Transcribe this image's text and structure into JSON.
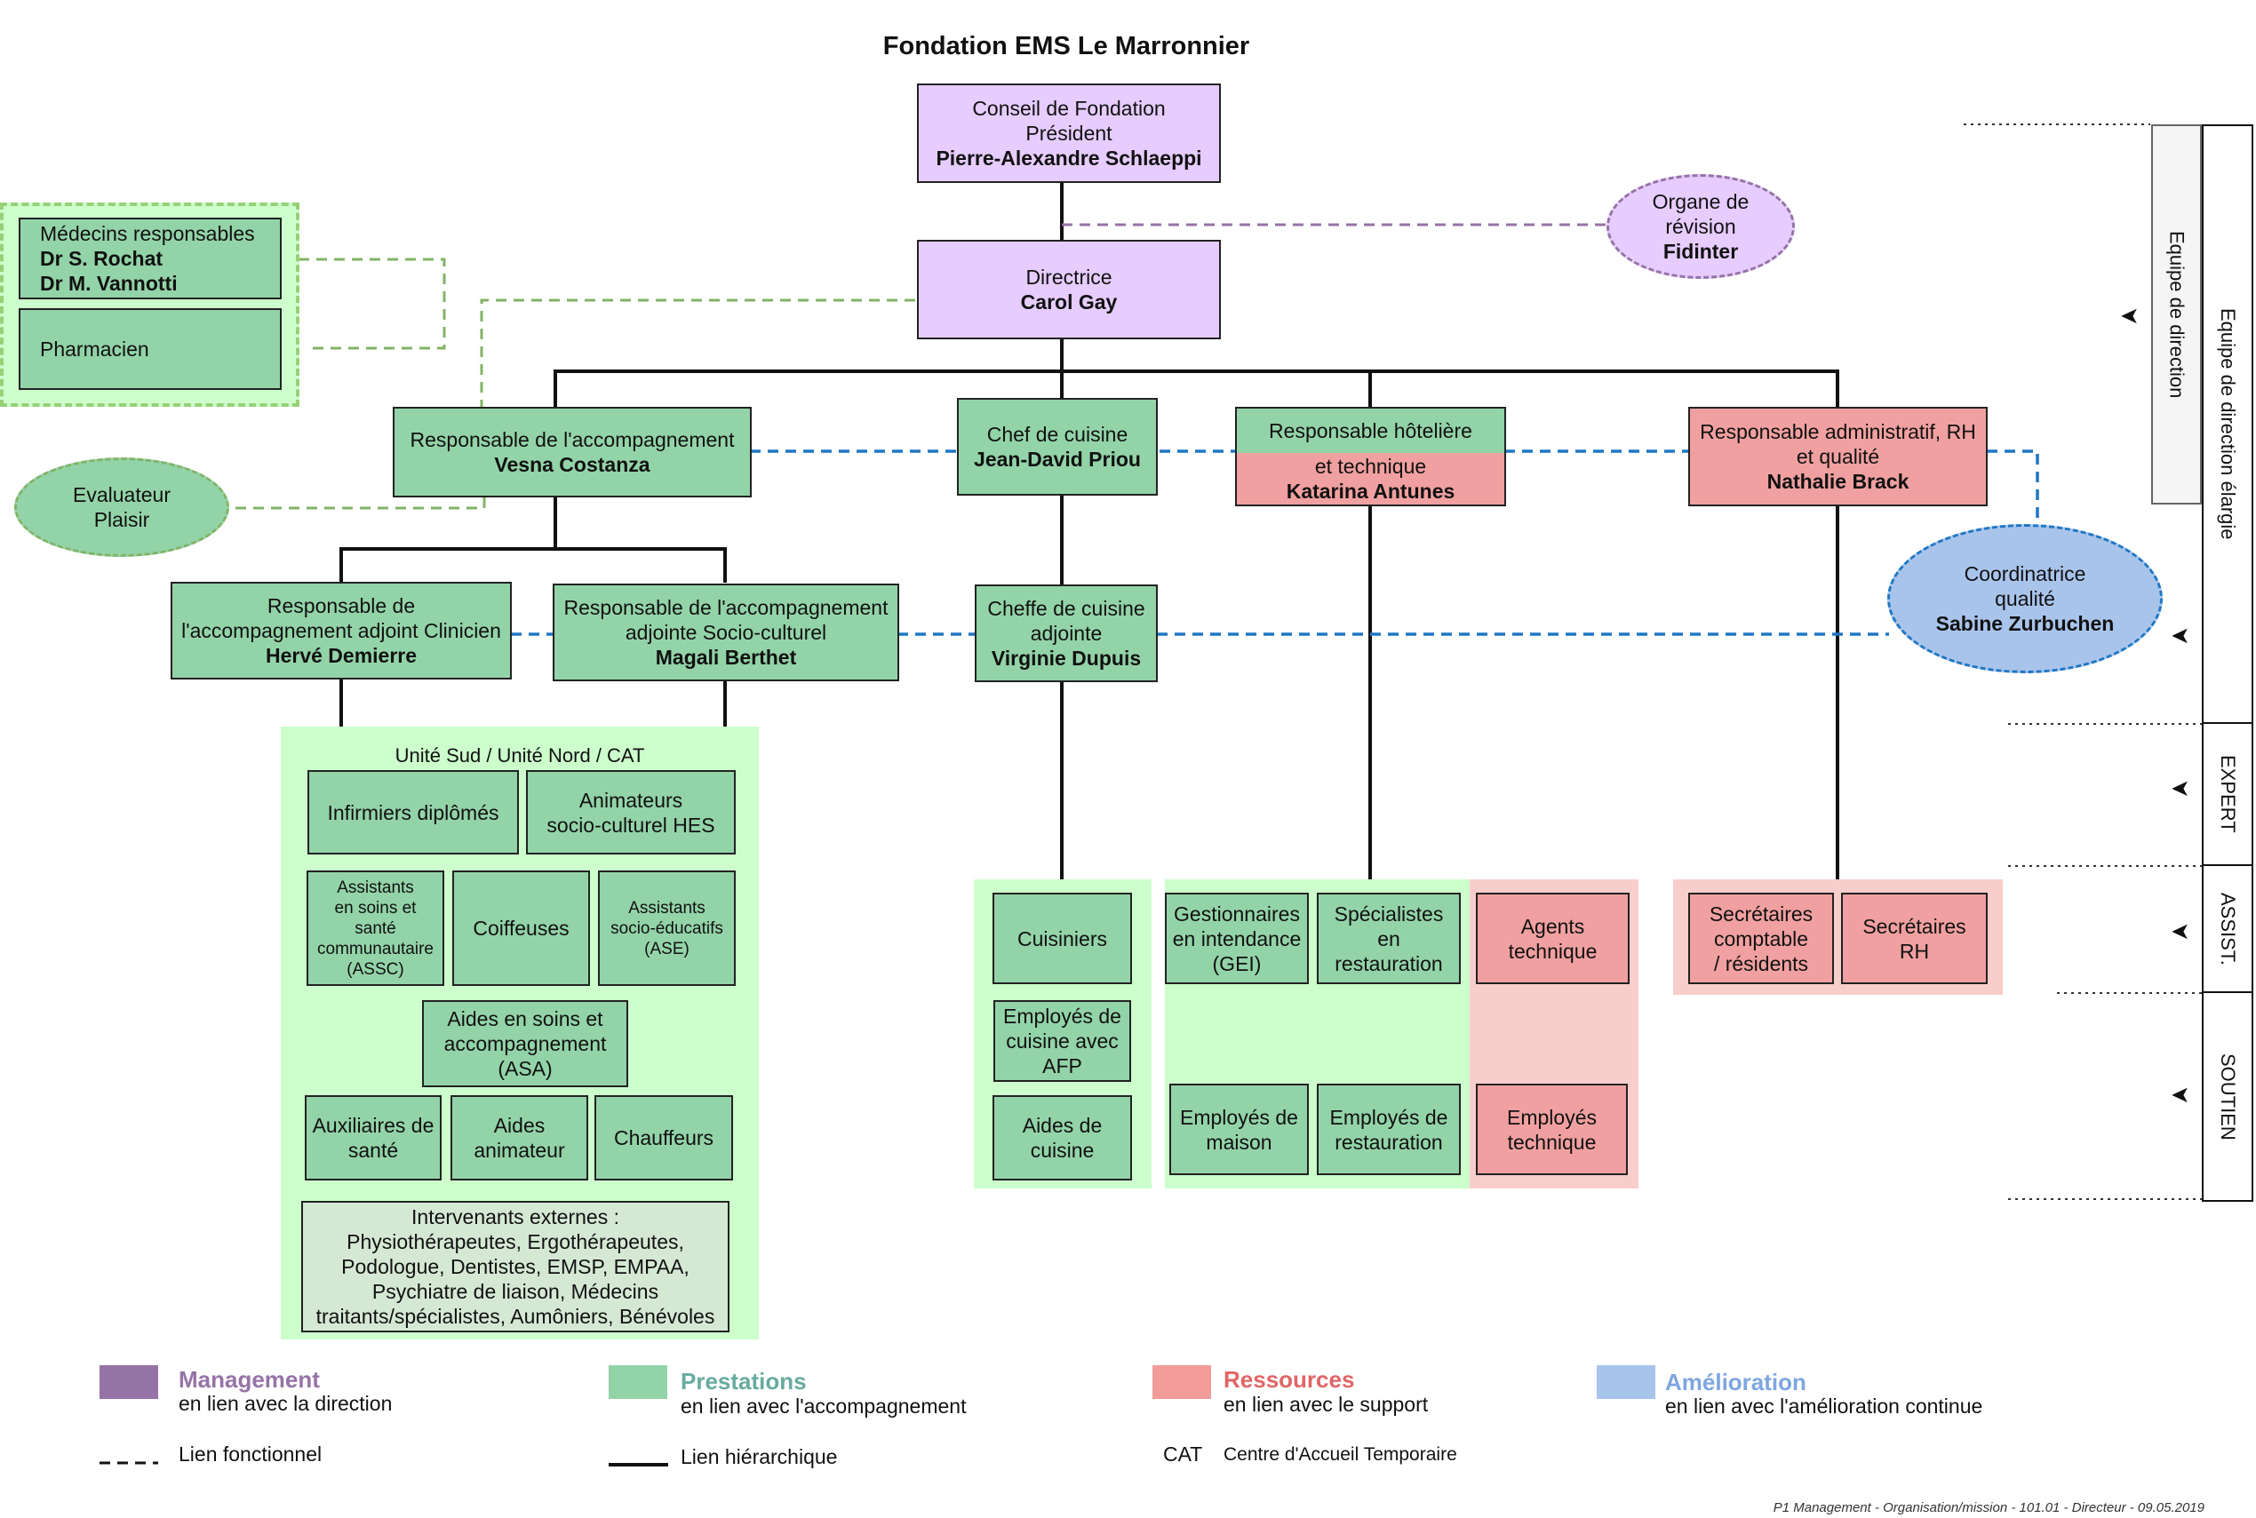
{
  "title": "Fondation EMS Le Marronnier",
  "conseil": {
    "l1": "Conseil de Fondation",
    "l2": "Président",
    "name": "Pierre-Alexandre Schlaeppi"
  },
  "organe": {
    "l1": "Organe de",
    "l2": "révision",
    "name": "Fidinter"
  },
  "directrice": {
    "l1": "Directrice",
    "name": "Carol Gay"
  },
  "medecins": {
    "l1": "Médecins responsables",
    "n1": "Dr S. Rochat",
    "n2": "Dr M. Vannotti"
  },
  "pharmacien": "Pharmacien",
  "evaluateur": {
    "l1": "Evaluateur",
    "l2": "Plaisir"
  },
  "resp_accomp": {
    "l1": "Responsable de l'accompagnement",
    "name": "Vesna Costanza"
  },
  "chef_cuisine": {
    "l1": "Chef de cuisine",
    "name": "Jean-David Priou"
  },
  "resp_hotel": {
    "l1": "Responsable hôtelière",
    "l2": "et technique",
    "name": "Katarina Antunes"
  },
  "resp_admin": {
    "l1": "Responsable administratif, RH",
    "l2": "et qualité",
    "name": "Nathalie Brack"
  },
  "coordinatrice": {
    "l1": "Coordinatrice",
    "l2": "qualité",
    "name": "Sabine Zurbuchen"
  },
  "adj_clinicien": {
    "l1": "Responsable de",
    "l2": "l'accompagnement adjoint Clinicien",
    "name": "Hervé Demierre"
  },
  "adj_socio": {
    "l1": "Responsable de l'accompagnement",
    "l2": "adjointe Socio-culturel",
    "name": "Magali Berthet"
  },
  "cheffe_adj": {
    "l1": "Cheffe de cuisine",
    "l2": "adjointe",
    "name": "Virginie Dupuis"
  },
  "unit_label": "Unité Sud / Unité Nord / CAT",
  "units": {
    "infirmiers": "Infirmiers diplômés",
    "animateurs": [
      "Animateurs",
      "socio-culturel HES"
    ],
    "assc": [
      "Assistants",
      "en soins et",
      "santé",
      "communautaire",
      "(ASSC)"
    ],
    "coiffeuses": "Coiffeuses",
    "ase": [
      "Assistants",
      "socio-éducatifs",
      "(ASE)"
    ],
    "asa": [
      "Aides en soins et",
      "accompagnement",
      "(ASA)"
    ],
    "auxiliaires": [
      "Auxiliaires de",
      "santé"
    ],
    "aides_anim": [
      "Aides",
      "animateur"
    ],
    "chauffeurs": "Chauffeurs",
    "externes": [
      "Intervenants externes :",
      "Physiothérapeutes, Ergothérapeutes,",
      "Podologue, Dentistes, EMSP, EMPAA,",
      "Psychiatre de liaison, Médecins",
      "traitants/spécialistes, Aumôniers, Bénévoles"
    ]
  },
  "cuisine": {
    "cuisiniers": "Cuisiniers",
    "employes_afp": [
      "Employés de",
      "cuisine avec",
      "AFP"
    ],
    "aides": [
      "Aides de",
      "cuisine"
    ]
  },
  "hotel": {
    "gei": [
      "Gestionnaires",
      "en intendance",
      "(GEI)"
    ],
    "specialistes": [
      "Spécialistes",
      "en",
      "restauration"
    ],
    "agents": [
      "Agents",
      "technique"
    ],
    "emp_maison": [
      "Employés de",
      "maison"
    ],
    "emp_resto": [
      "Employés de",
      "restauration"
    ],
    "emp_tech": [
      "Employés",
      "technique"
    ]
  },
  "admin": {
    "sec_comptable": [
      "Secrétaires",
      "comptable",
      "/ résidents"
    ],
    "sec_rh": [
      "Secrétaires",
      "RH"
    ]
  },
  "side_labels": {
    "equipe_direction": "Equipe de direction",
    "equipe_elargie": "Equipe de direction élargie",
    "expert": "EXPERT",
    "assist": "ASSIST.",
    "soutien": "SOUTIEN"
  },
  "legend": {
    "management": {
      "title": "Management",
      "desc": "en lien avec la direction",
      "color": "#9673a6"
    },
    "prestations": {
      "title": "Prestations",
      "desc": "en lien avec l'accompagnement",
      "color": "#93d3a8"
    },
    "ressources": {
      "title": "Ressources",
      "desc": "en lien avec le support",
      "color": "#f19c99"
    },
    "amelioration": {
      "title": "Amélioration",
      "desc": "en lien avec l'amélioration continue",
      "color": "#a9c4eb"
    },
    "lien_fonctionnel": "Lien fonctionnel",
    "lien_hierarchique": "Lien hiérarchique",
    "cat_abbr": "CAT",
    "cat_desc": "Centre d'Accueil Temporaire"
  },
  "footer": "P1 Management - Organisation/mission - 101.01 - Directeur - 09.05.2019"
}
